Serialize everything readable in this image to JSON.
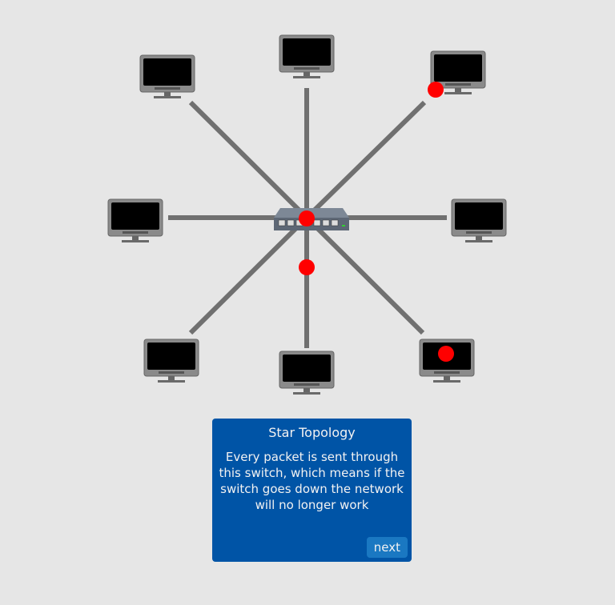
{
  "colors": {
    "background": "#e6e6e6",
    "cable": "#707070",
    "packet": "#ff0000",
    "panel": "#0054a6",
    "button": "#1a78c2"
  },
  "network": {
    "topology": "star",
    "hub": "switch",
    "computers": [
      "top-left",
      "top",
      "top-right",
      "left",
      "right",
      "bottom-left",
      "bottom",
      "bottom-right"
    ],
    "packets_visible": 4
  },
  "panel": {
    "title": "Star Topology",
    "body": "Every packet is sent through this switch, which means if the switch goes down the network will no longer work",
    "next_label": "next"
  }
}
